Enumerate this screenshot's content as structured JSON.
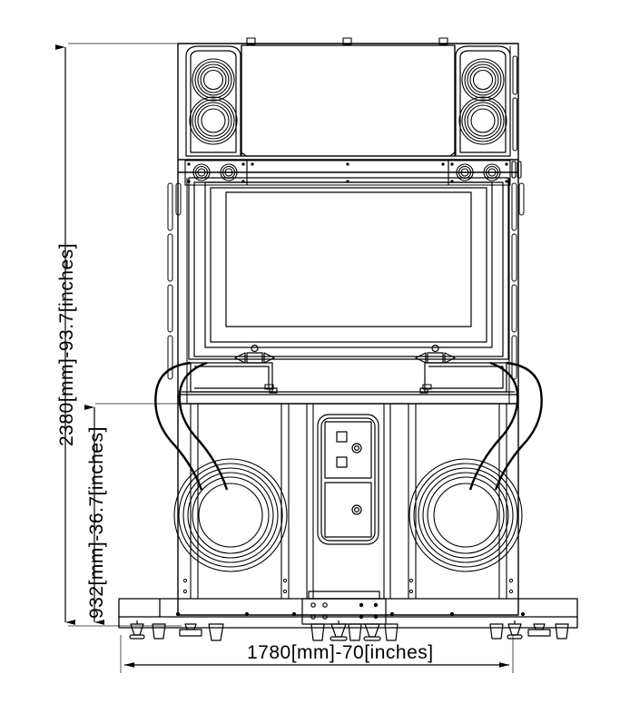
{
  "drawing": {
    "title": "Arcade Cabinet Front Elevation",
    "type": "technical-line-drawing",
    "background_color": "#ffffff",
    "line_color": "#000000",
    "dim_line_color": "#444444"
  },
  "dimensions": {
    "height_overall": {
      "label": "2380[mm]-93.7[inches]",
      "value_mm": 2380,
      "value_inches": 93.7,
      "orientation": "vertical",
      "name": "overall-height"
    },
    "height_control_panel": {
      "label": "932[mm]-36.7[inches]",
      "value_mm": 932,
      "value_inches": 36.7,
      "orientation": "vertical",
      "name": "control-panel-height"
    },
    "width_overall": {
      "label": "1780[mm]-70[inches]",
      "value_mm": 1780,
      "value_inches": 70,
      "orientation": "horizontal",
      "name": "overall-width"
    }
  },
  "parts": {
    "marquee": "marquee-header-panel",
    "speaker_left_top": "speaker-upper-left",
    "speaker_left_bottom": "speaker-lower-left",
    "speaker_right_top": "speaker-upper-right",
    "speaker_right_bottom": "speaker-lower-right",
    "tweeter_row_left": "tweeter-pair-left",
    "tweeter_row_right": "tweeter-pair-right",
    "monitor": "monitor-screen",
    "led_strip_left": "led-strip-left",
    "led_strip_right": "led-strip-right",
    "control_panel_left": "control-panel-left",
    "control_panel_right": "control-panel-right",
    "safety_bar_left": "safety-bar-left",
    "safety_bar_right": "safety-bar-right",
    "subwoofer_left": "subwoofer-left",
    "subwoofer_right": "subwoofer-right",
    "coin_door": "coin-door",
    "base": "base-platform",
    "feet": "leveling-feet"
  }
}
